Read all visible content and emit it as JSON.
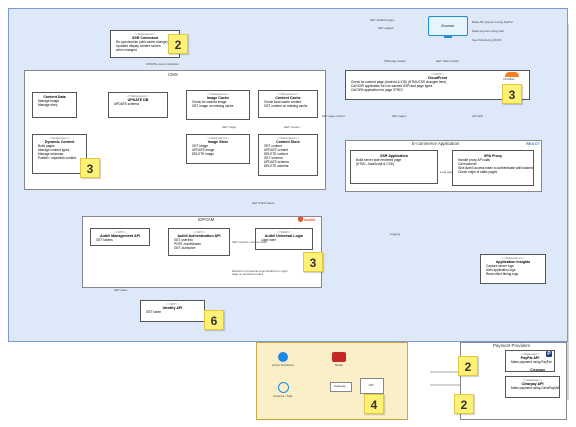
{
  "diagram": {
    "browser": {
      "name": "Browser"
    },
    "cms_zone": {
      "title": "CMS"
    },
    "ecom_zone": {
      "title": "E-commerce Application",
      "logo": "REACT"
    },
    "iam_zone": {
      "title": "IDP/IAM",
      "logo": "Auth0"
    },
    "payment_zone": {
      "title": "Payment Providers"
    },
    "ssr_command": {
      "stereo": "<<Subsystem>>",
      "name": "SSR Command",
      "items": [
        "Re-synchronise (with cache change)",
        "Updated display content screen",
        "when changed"
      ]
    },
    "content_data": {
      "name": "Content Data",
      "items": [
        "Manage image",
        "Manage story"
      ]
    },
    "update_db": {
      "stereo": "<<Subsystem>>",
      "name": "UPDATE DB",
      "items": [
        "UPDATE schema"
      ]
    },
    "image_cache": {
      "stereo": "<<Subsystem>>",
      "name": "Image Cache",
      "items": [
        "Check for cached image",
        "GET image on missing cache"
      ]
    },
    "content_cache": {
      "stereo": "<<Subsystem>>",
      "name": "Content Cache",
      "items": [
        "Check local cache content",
        "GET content on missing cache"
      ]
    },
    "dynamic_content": {
      "stereo": "<<Subsystem>>",
      "name": "Dynamic Content",
      "items": [
        "Build pages",
        "Manage content types",
        "Manage schemas",
        "Publish / unpublish content"
      ]
    },
    "image_store": {
      "stereo": "<<Subsystem>>",
      "name": "Image Store",
      "items": [
        "GET image",
        "UPDATE image",
        "DELETE image"
      ]
    },
    "content_store": {
      "stereo": "<<Subsystem>>",
      "name": "Content Store",
      "items": [
        "GET content",
        "UPDATE content",
        "DELETE content",
        "GET schema",
        "UPDATE schema",
        "DELETE schema"
      ]
    },
    "cloudfront": {
      "stereo": "<<CDN>>",
      "name": "CloudFront",
      "logo": "Cloudflare",
      "items": [
        "Check for cached page (Android & iOS) (HTML/CSS changes here)",
        "Call SSR application for non-cached SSR and page types",
        "Call SPA application for page STRIO"
      ]
    },
    "ssr_app": {
      "name": "SSR Application",
      "items": [
        "Build server side rendered page",
        "(HTML, JavaScript & CSS)"
      ]
    },
    "spa_proxy": {
      "name": "SPA Proxy",
      "items": [
        "Handle proxy API calls",
        "Call backend",
        "Give Auth0 access token to authenticate with backend",
        "Check origin of static pages"
      ]
    },
    "app_insights": {
      "stereo": "<<Subsystem>>",
      "name": "Application Insights",
      "items": [
        "Capture server logs",
        "Alert application logs",
        "Read client timing logs"
      ]
    },
    "auth_mgmt": {
      "stereo": "<<API>>",
      "name": "Auth0 Management API",
      "items": [
        "GET tokens"
      ]
    },
    "auth_api": {
      "stereo": "<<API>>",
      "name": "Auth0 Authentication API",
      "items": [
        "GET userInfo",
        "POST /oauth/token",
        "GET /authorize"
      ]
    },
    "auth_login": {
      "stereo": "<<Web>>",
      "name": "Auth0 Universal Login",
      "items": [
        "Login form"
      ]
    },
    "identity_api": {
      "stereo": "<<API>>",
      "name": "Identity API",
      "items": [
        "GET token"
      ]
    },
    "paypal": {
      "stereo": "<<Gateway>>",
      "name": "PayPal API",
      "items": [
        "Make payment using PayPal"
      ],
      "logo": "PayPal"
    },
    "clearpay": {
      "stereo": "<<Gateway>>",
      "name": "Clearpay API",
      "items": [
        "Make payment using ClearPay/Afterpay"
      ],
      "logo": "Clearpay"
    },
    "backend": {
      "services": [
        "Azure Functions",
        "Redis",
        "Cosmos / SQL",
        "Gateway",
        "API"
      ]
    },
    "notes": [
      "2",
      "3",
      "3",
      "3",
      "6",
      "4",
      "2",
      "2"
    ],
    "edge_labels": [
      "GET /builds/images",
      "GET /pages/",
      "UPDATE event notification",
      "GET image",
      "GET content",
      "GET page content",
      "GET pages",
      "GET static content",
      "SSR page assets",
      "API calls",
      "Load page",
      "Make API payment using PayPal",
      "Make payment using card",
      "Send Monitoring (RUM)",
      "GET Auth0 tokens",
      "GET userinfo / access token",
      "Redirect to Universal Login Redirect to Login page on protected routes",
      "GET token",
      "Logging"
    ]
  }
}
